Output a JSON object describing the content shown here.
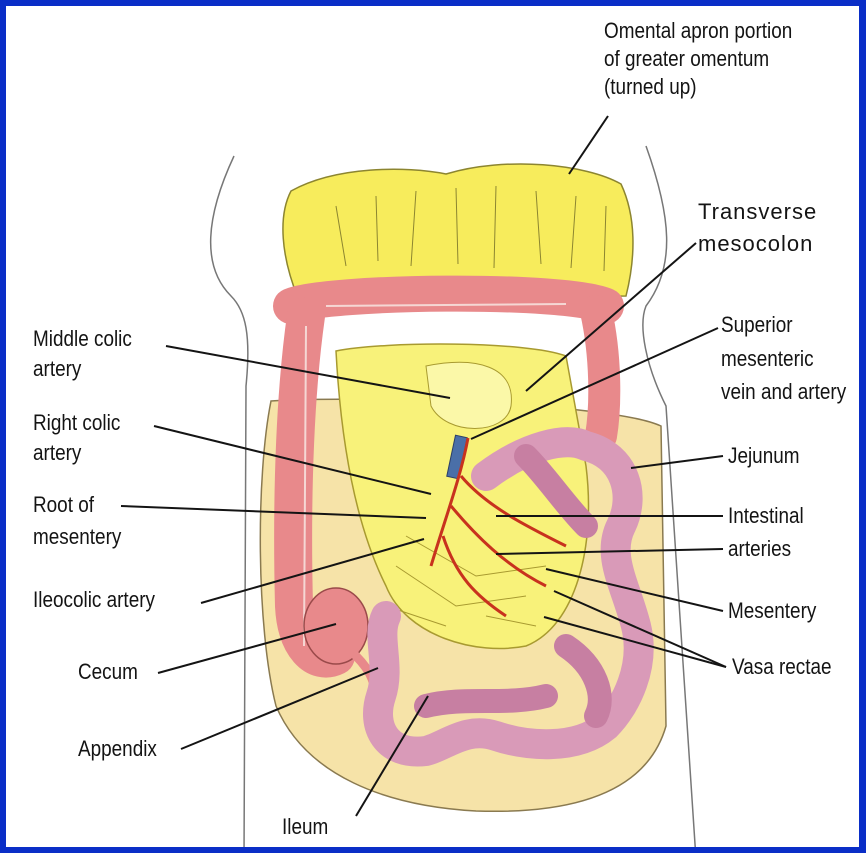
{
  "labels": {
    "omental_line1": "Omental apron portion",
    "omental_line2": "of greater omentum",
    "omental_line3": "(turned up)",
    "transverse_line1": "Transverse",
    "transverse_line2": "mesocolon",
    "middle_colic_line1": "Middle colic",
    "middle_colic_line2": "artery",
    "superior_line1": "Superior",
    "superior_line2": "mesenteric",
    "superior_line3": "vein and artery",
    "right_colic_line1": "Right colic",
    "right_colic_line2": "artery",
    "jejunum": "Jejunum",
    "root_line1": "Root of",
    "root_line2": "mesentery",
    "intestinal_line1": "Intestinal",
    "intestinal_line2": "arteries",
    "ileocolic": "Ileocolic artery",
    "mesentery": "Mesentery",
    "cecum": "Cecum",
    "vasa_rectae": "Vasa rectae",
    "appendix": "Appendix",
    "ileum": "Ileum"
  },
  "colors": {
    "frame": "#0a2ec7",
    "omentum": "#f7ec5c",
    "mesentery": "#f8f27a",
    "colon": "#e8898b",
    "small_intestine": "#d99ab8",
    "artery": "#c8321e",
    "vein": "#4a6fa8"
  }
}
